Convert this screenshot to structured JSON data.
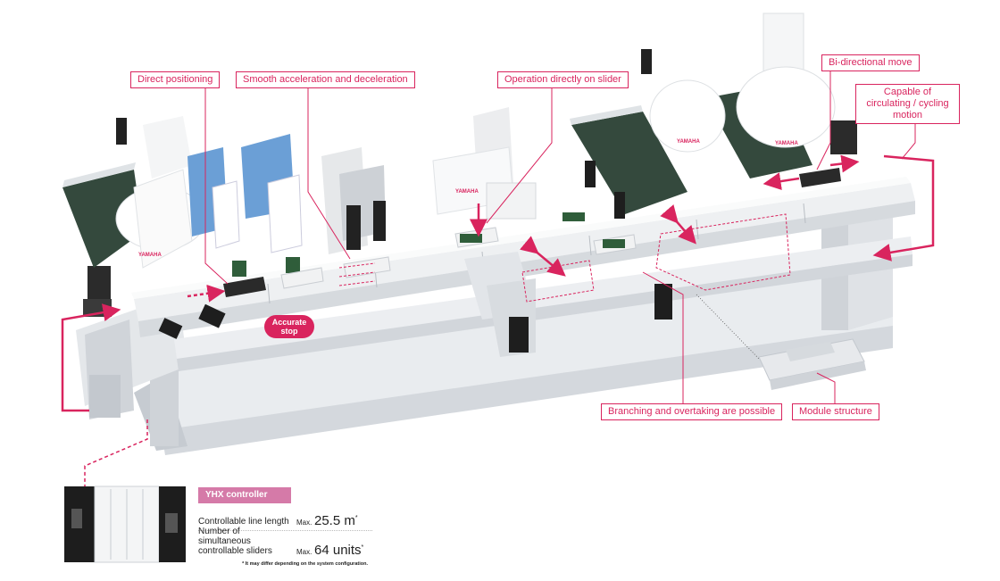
{
  "callouts": {
    "direct_positioning": "Direct positioning",
    "smooth_accel": "Smooth acceleration and deceleration",
    "operation_on_slider": "Operation directly on slider",
    "bidirectional": "Bi-directional move",
    "circulating": "Capable of circulating / cycling motion",
    "branching": "Branching and overtaking are possible",
    "module_structure": "Module structure",
    "accurate_stop": "Accurate stop"
  },
  "brand_marks": [
    "YAMAHA",
    "YAMAHA",
    "YAMAHA",
    "YAMAHA"
  ],
  "controller": {
    "title": "YHX controller",
    "line_length_label": "Controllable line length",
    "line_length_prefix": "Max.",
    "line_length_value": "25.5 m",
    "sliders_label": "Number of simultaneous controllable sliders",
    "sliders_prefix": "Max.",
    "sliders_value": "64 units",
    "asterisk": "*",
    "footnote": "* It may differ depending on the system configuration."
  },
  "colors": {
    "accent": "#d9245e",
    "spec_title_bg": "#d57aa8",
    "rail": "#e3e6ea",
    "frame": "#c9ced4",
    "robot_blue": "#6b9fd6",
    "conveyor": "#2f4a3c"
  }
}
